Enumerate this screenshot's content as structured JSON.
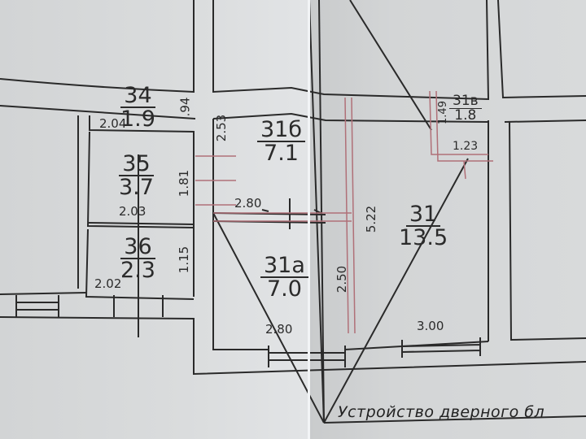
{
  "plan": {
    "rooms": [
      {
        "id": "34",
        "number": "34",
        "area": "1.9"
      },
      {
        "id": "35",
        "number": "35",
        "area": "3.7"
      },
      {
        "id": "36",
        "number": "36",
        "area": "2.3"
      },
      {
        "id": "31b",
        "number": "31б",
        "area": "7.1"
      },
      {
        "id": "31a",
        "number": "31а",
        "area": "7.0"
      },
      {
        "id": "31",
        "number": "31",
        "area": "13.5"
      },
      {
        "id": "31v",
        "number": "31в",
        "area": "1.8"
      }
    ],
    "dimensions": {
      "room34_width": "2.04",
      "room34_height": ".94",
      "room35_width": "2.03",
      "room35_height": "1.81",
      "room36_width": "2.02",
      "room36_height": "1.15",
      "room31b_height": "2.53",
      "room31b_width": "2.80",
      "room31a_width": "2.80",
      "room31a_height": "2.50",
      "room31_height": "5.22",
      "room31_width": "3.00",
      "room31v_height": "1.49",
      "room31v_width": "1.23"
    },
    "annotation": "Устройство дверного бл"
  },
  "colors": {
    "line": "#2a2a2a",
    "redline": "#b07078",
    "paper": "#d9dbdc"
  }
}
